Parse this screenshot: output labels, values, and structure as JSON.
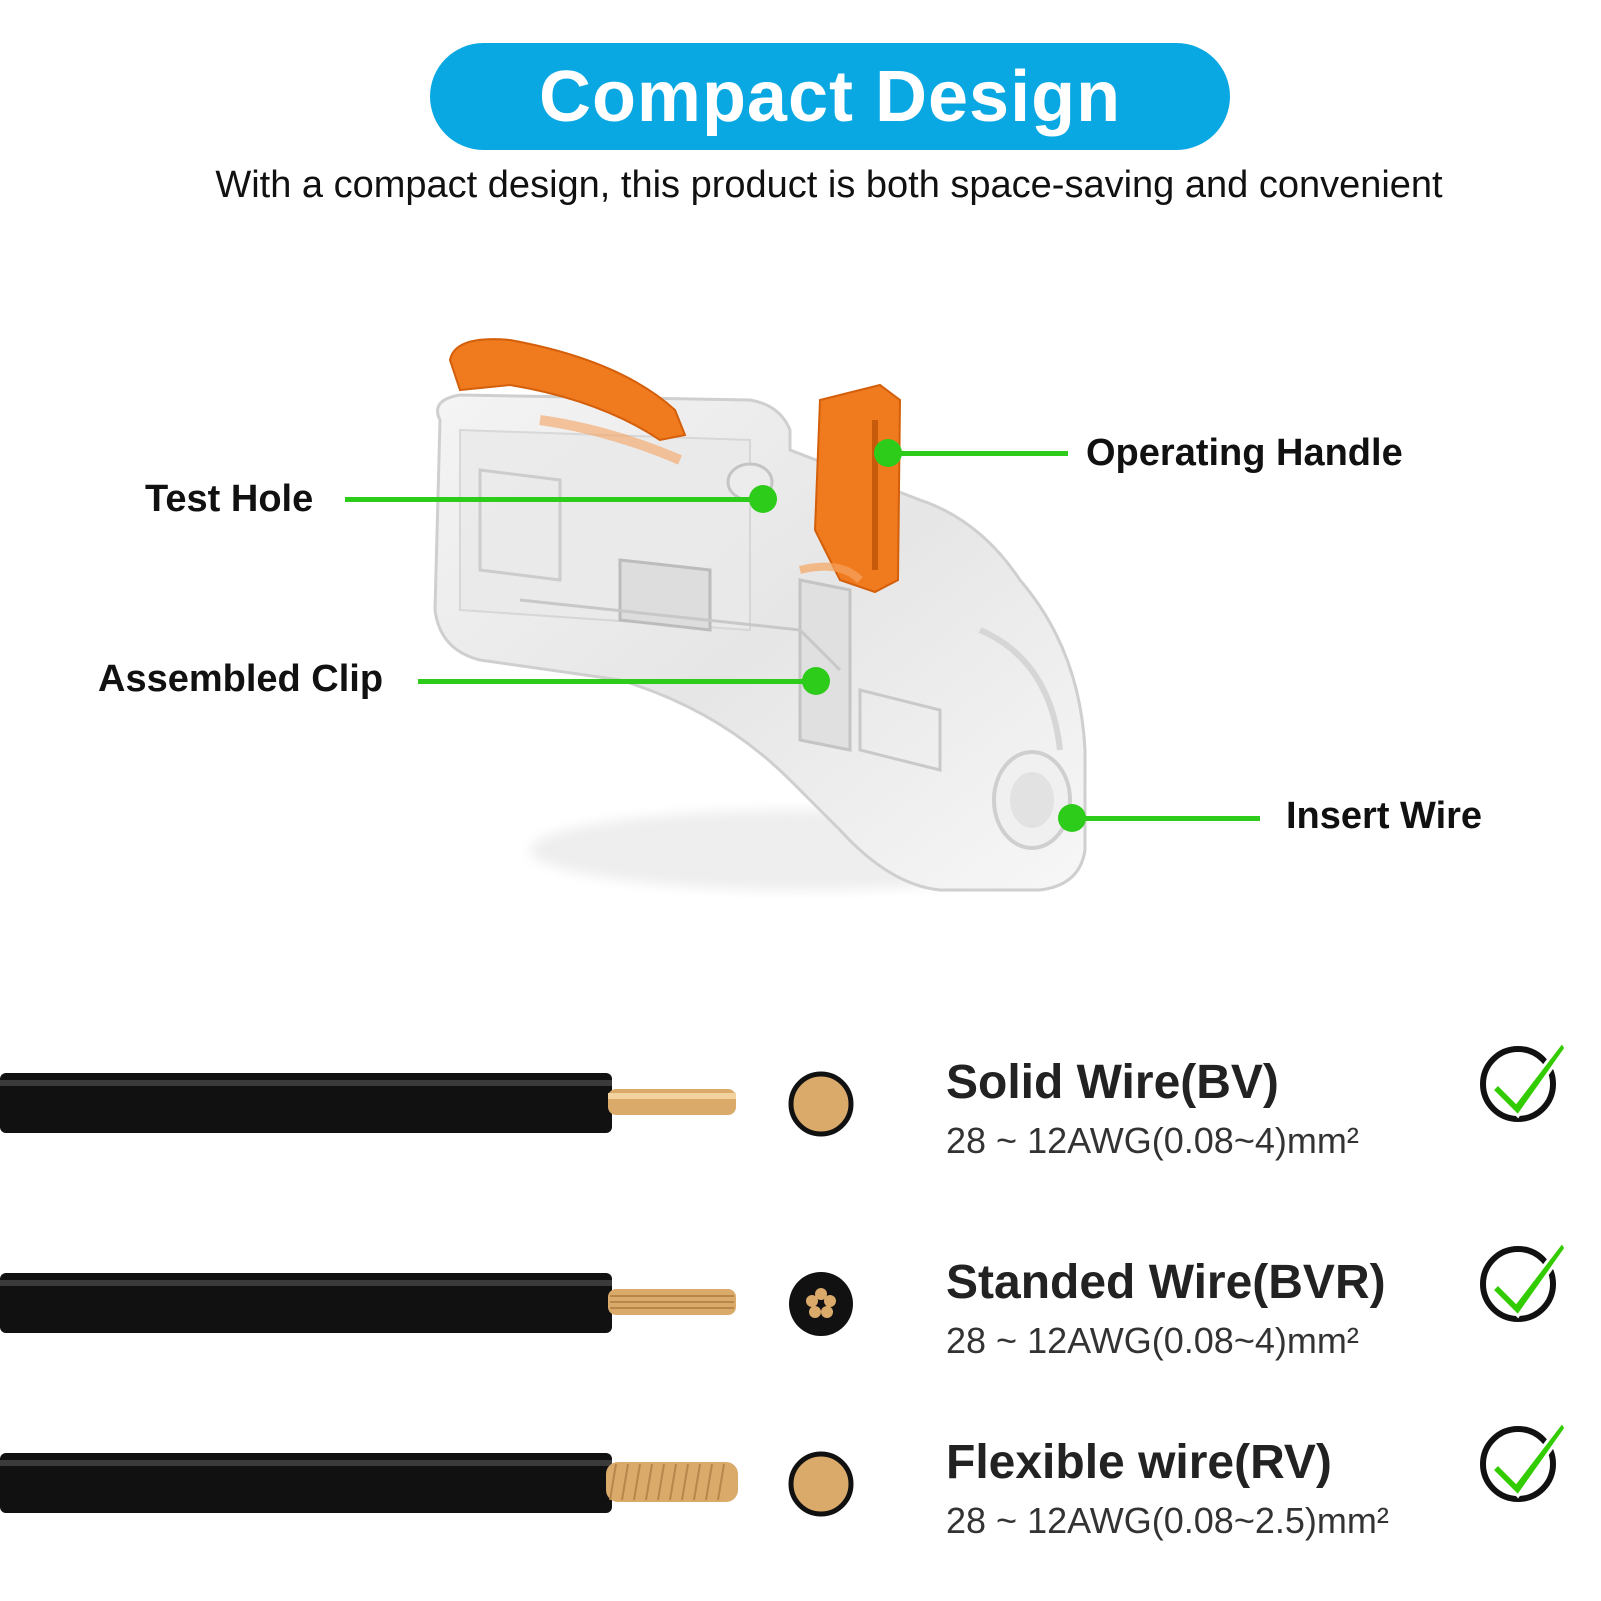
{
  "header": {
    "title": "Compact Design",
    "subtitle": "With a compact design, this product is both space-saving and convenient"
  },
  "callouts": {
    "test_hole": "Test Hole",
    "operating_handle": "Operating Handle",
    "assembled_clip": "Assembled Clip",
    "insert_wire": "Insert Wire"
  },
  "wires": [
    {
      "name": "Solid Wire(BV)",
      "spec": "28 ~ 12AWG(0.08~4)mm²",
      "supported": true
    },
    {
      "name": "Standed Wire(BVR)",
      "spec": "28 ~ 12AWG(0.08~4)mm²",
      "supported": true
    },
    {
      "name": "Flexible wire(RV)",
      "spec": "28 ~ 12AWG(0.08~2.5)mm²",
      "supported": true
    }
  ],
  "colors": {
    "title_pill": "#0aa8e3",
    "callout_green": "#2ecc1a",
    "handle_orange": "#f07a1e",
    "copper": "#d9aa6a",
    "wire_insulation": "#111111",
    "check_green": "#33cc00"
  },
  "icons": [
    "check-icon",
    "solid-core-icon",
    "stranded-core-icon",
    "flexible-core-icon"
  ]
}
